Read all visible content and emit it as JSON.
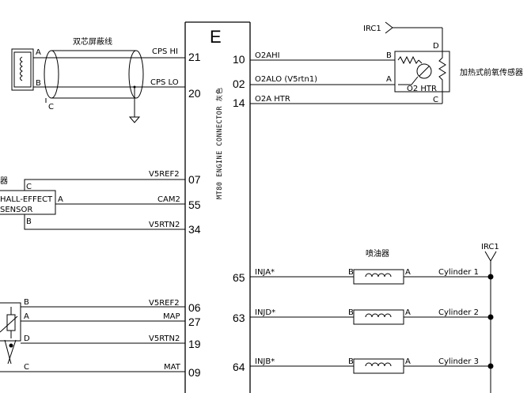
{
  "connector": {
    "letter": "E",
    "name": "MT80 ENGINE CONNECTOR 灰色"
  },
  "cps": {
    "cable_label": "双芯屏蔽线",
    "pin_a": "A",
    "pin_b": "B",
    "pin_c": "C",
    "sig_hi": "CPS HI",
    "sig_lo": "CPS LO",
    "pin_hi": "21",
    "pin_lo": "20"
  },
  "cam": {
    "partial_label": "器",
    "sensor_line1": "HALL-EFFECT",
    "sensor_line2": "SENSOR",
    "pin_a": "A",
    "pin_b": "B",
    "pin_c": "C",
    "sig_ref": "V5REF2",
    "sig_cam": "CAM2",
    "sig_rtn": "V5RTN2",
    "pin_ref": "07",
    "pin_cam": "55",
    "pin_rtn": "34"
  },
  "map": {
    "pin_a": "A",
    "pin_b": "B",
    "pin_c": "C",
    "pin_d": "D",
    "sig_ref": "V5REF2",
    "sig_map": "MAP",
    "sig_rtn": "V5RTN2",
    "sig_mat": "MAT",
    "pin_ref": "06",
    "pin_map": "27",
    "pin_rtn": "19",
    "pin_mat": "09"
  },
  "o2": {
    "ground_label": "IRC1",
    "sensor_label": "加热式前氧传感器",
    "heater_label": "O2 HTR",
    "pin_a": "A",
    "pin_b": "B",
    "pin_c": "C",
    "pin_d": "D",
    "sig_hi": "O2AHI",
    "sig_lo": "O2ALO (V5rtn1)",
    "sig_htr": "O2A HTR",
    "pin_hi": "10",
    "pin_lo": "02",
    "pin_htr": "14"
  },
  "injectors": {
    "title": "喷油器",
    "ground_label": "IRC1",
    "pin_a": "A",
    "pin_b": "B",
    "items": [
      {
        "pin": "65",
        "signal": "INJA*",
        "cylinder": "Cylinder 1"
      },
      {
        "pin": "63",
        "signal": "INJD*",
        "cylinder": "Cylinder 2"
      },
      {
        "pin": "64",
        "signal": "INJB*",
        "cylinder": "Cylinder 3"
      }
    ]
  }
}
